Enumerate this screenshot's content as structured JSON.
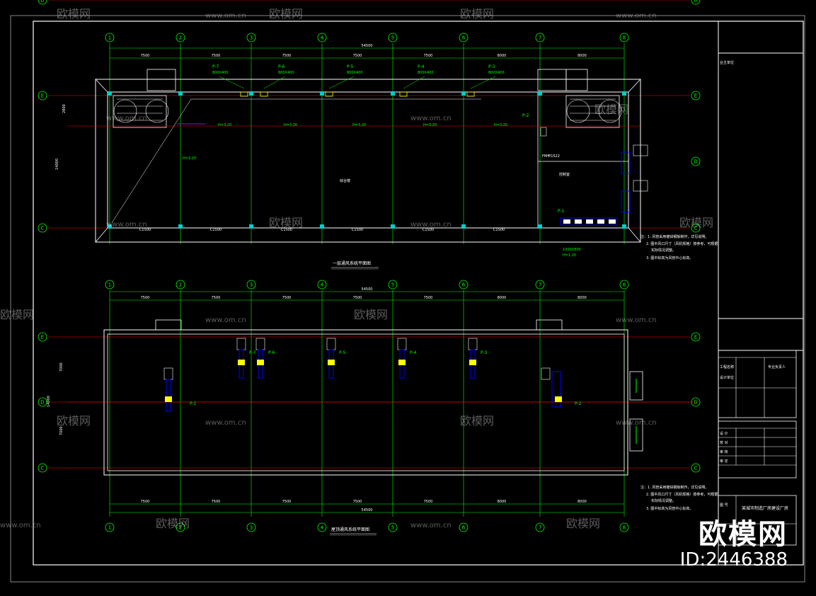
{
  "grid": {
    "columns": [
      "1",
      "2",
      "3",
      "4",
      "5",
      "6",
      "7",
      "8"
    ],
    "rows": [
      "E",
      "D",
      "C"
    ]
  },
  "plan1": {
    "title": "一层通风系统平面图",
    "bay_dims": [
      "7500",
      "7500",
      "7500",
      "7500",
      "7500",
      "8000",
      "8000"
    ],
    "total_dim": "54500",
    "bottom_dims": [
      "C1500",
      "C1500",
      "C1500",
      "C1500",
      "C1500",
      "C1500"
    ],
    "fan_labels": [
      "P-7",
      "P-6",
      "P-5",
      "P-4",
      "P-3"
    ],
    "fan_sizes": [
      "800X400",
      "800X400",
      "800X400",
      "800X400",
      "800X400"
    ],
    "room_labels": [
      "综合楼",
      "控制室"
    ],
    "h_labels": [
      "H=3.20",
      "H=3.20",
      "H=3.20",
      "H=3.20",
      "H=3.20"
    ],
    "side_dims": [
      "2800",
      "14000"
    ],
    "door_label": "FM甲1522",
    "fan_p1": "P-1",
    "fan_p2": "P-2",
    "fan_p1_size": "1000X800",
    "fan_p1_h": "H=1.20"
  },
  "plan2": {
    "title": "屋顶通风系统平面图",
    "bay_dims": [
      "7500",
      "7500",
      "7500",
      "7500",
      "7500",
      "8000",
      "8000"
    ],
    "total_dim": "54500",
    "fan_labels": [
      "P-7",
      "P-6",
      "P-5",
      "P-4",
      "P-3"
    ],
    "side_dims": [
      "7000",
      "7000",
      "14000"
    ],
    "fan_p1": "P-1",
    "fan_p2": "P-2"
  },
  "notes": {
    "lines": [
      "注：1. 风管采用镀锌钢板制作，详见说明。",
      "2. 图中风口尺寸（风机规格）按参考，可根据",
      "实际情况调整。",
      "3. 图中标高为风管中心标高。"
    ]
  },
  "title_block": {
    "field_1": "业主单位",
    "field_2": "工程名称",
    "field_3": "设计单位",
    "field_4": "专业负责人",
    "field_5": "设 计",
    "field_6": "校 对",
    "field_7": "审 核",
    "field_8": "审 定",
    "field_9": "图 号",
    "project_title": "某城市制造厂房建设厂房"
  },
  "watermark": {
    "brand": "欧模网",
    "site": "www.om.cn",
    "id": "ID:2446388"
  },
  "colors": {
    "background": "#000000",
    "frame": "#ffffff",
    "grid_line": "#00ff00",
    "axis_red": "#ff0000",
    "annotation_green": "#00ff00",
    "wall": "#ffffff",
    "duct_blue": "#0000ff",
    "equipment_yellow": "#ffff00",
    "column_cyan": "#00cccc"
  }
}
